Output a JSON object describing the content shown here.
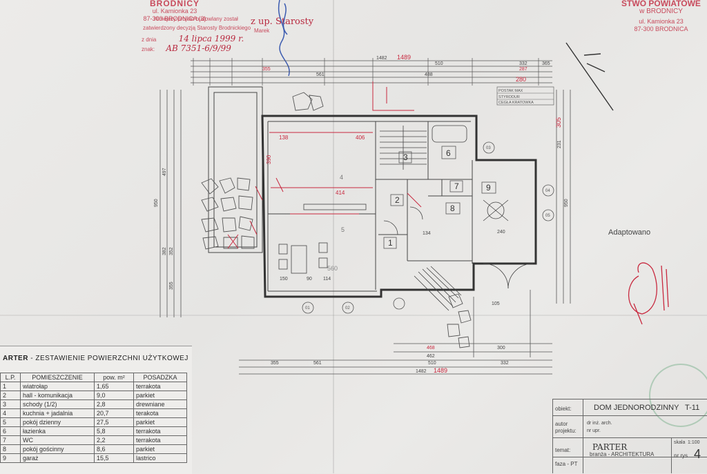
{
  "stamps": {
    "left_office": {
      "name": "BRODNICY",
      "street": "ul. Kamionka 23",
      "city": "87-300 BRODNICA",
      "num": "(3)"
    },
    "approval": {
      "line1": "Niniejszy projekt budowlany został",
      "line2": "zatwierdzony decyzją Starosty Brodnickiego",
      "z_dnia_label": "z dnia",
      "z_dnia_value": "14 lipca 1999 r.",
      "znak_label": "znak:",
      "znak_value": "AB 7351-6/9/99",
      "z_up": "z up. Starosty",
      "signer": "Marek"
    },
    "right_office": {
      "title": "STWO POWIATOWE",
      "name": "w BRODNICY",
      "street": "ul. Kamionka 23",
      "city": "87-300 BRODNICA"
    }
  },
  "annotations": {
    "adapted": "Adaptowano"
  },
  "plan": {
    "dimensions": {
      "top_total": "1482",
      "top_total_red": "1489",
      "top_510": "510",
      "top_332": "332",
      "top_561": "561",
      "top_488": "488",
      "top_287": "287",
      "top_280": "280",
      "top_355": "355",
      "top_365": "365",
      "bottom_total": "1482",
      "bottom_total_red": "1489",
      "bottom_561": "561",
      "bottom_510": "510",
      "bottom_332": "332",
      "bottom_355": "355",
      "bottom_462": "462",
      "bottom_468": "468",
      "bottom_300": "300",
      "left_950": "950",
      "left_497": "497",
      "left_352": "352",
      "left_382": "382",
      "left_355": "355",
      "right_950": "950",
      "right_305": "305",
      "right_231": "231",
      "int_138": "138",
      "int_390": "390",
      "int_406": "406",
      "int_414": "414",
      "int_150": "150",
      "int_90": "90",
      "int_114": "114",
      "int_560": "560",
      "int_240": "240",
      "int_105": "105",
      "int_134": "134"
    },
    "room_numbers": [
      "1",
      "2",
      "3",
      "4",
      "5",
      "6",
      "7",
      "8",
      "9"
    ],
    "axis_labels": [
      "01",
      "02",
      "03",
      "04",
      "05"
    ],
    "legend": {
      "l1": "POSTAK MAX",
      "l2": "STYRODUR",
      "l3": "CEGŁA KRATOWKA"
    }
  },
  "surface_table": {
    "title_prefix": "ARTER",
    "title_rest": "- ZESTAWIENIE POWIERZCHNI UŻYTKOWEJ",
    "headers": [
      "L.P.",
      "POMIESZCZENIE",
      "pow. m²",
      "POSADZKA"
    ],
    "rows": [
      [
        "1",
        "wiatrołap",
        "1,65",
        "terrakota"
      ],
      [
        "2",
        "hall - komunikacja",
        "9,0",
        "parkiet"
      ],
      [
        "3",
        "schody (1/2)",
        "2,8",
        "drewniane"
      ],
      [
        "4",
        "kuchnia + jadalnia",
        "20,7",
        "terakota"
      ],
      [
        "5",
        "pokój dzienny",
        "27,5",
        "parkiet"
      ],
      [
        "6",
        "łazienka",
        "5,8",
        "terrakota"
      ],
      [
        "7",
        "WC",
        "2,2",
        "terrakota"
      ],
      [
        "8",
        "pokój gościnny",
        "8,6",
        "parkiet"
      ],
      [
        "9",
        "garaż",
        "15,5",
        "lastrico"
      ]
    ]
  },
  "title_block": {
    "obiekt_label": "obiekt:",
    "obiekt_value": "DOM JEDNORODZINNY",
    "obiekt_code": "T-11",
    "autor_label": "autor\nprojektu:",
    "autor_line1": "dr inż. arch.",
    "autor_line2": "nr upr.",
    "temat_label": "temat:",
    "temat_value": "PARTER",
    "skala_label": "skala",
    "skala_value": "1:100",
    "faza_label": "faza - PT",
    "branza": "branża - ARCHITEKTURA",
    "nr_rys_label": "nr rys",
    "nr_rys_value": "4"
  },
  "colors": {
    "ink": "#3a3a3a",
    "red_ink": "#c8283e",
    "stamp": "#c84a5c",
    "pen_blue": "#2a4fa0"
  }
}
